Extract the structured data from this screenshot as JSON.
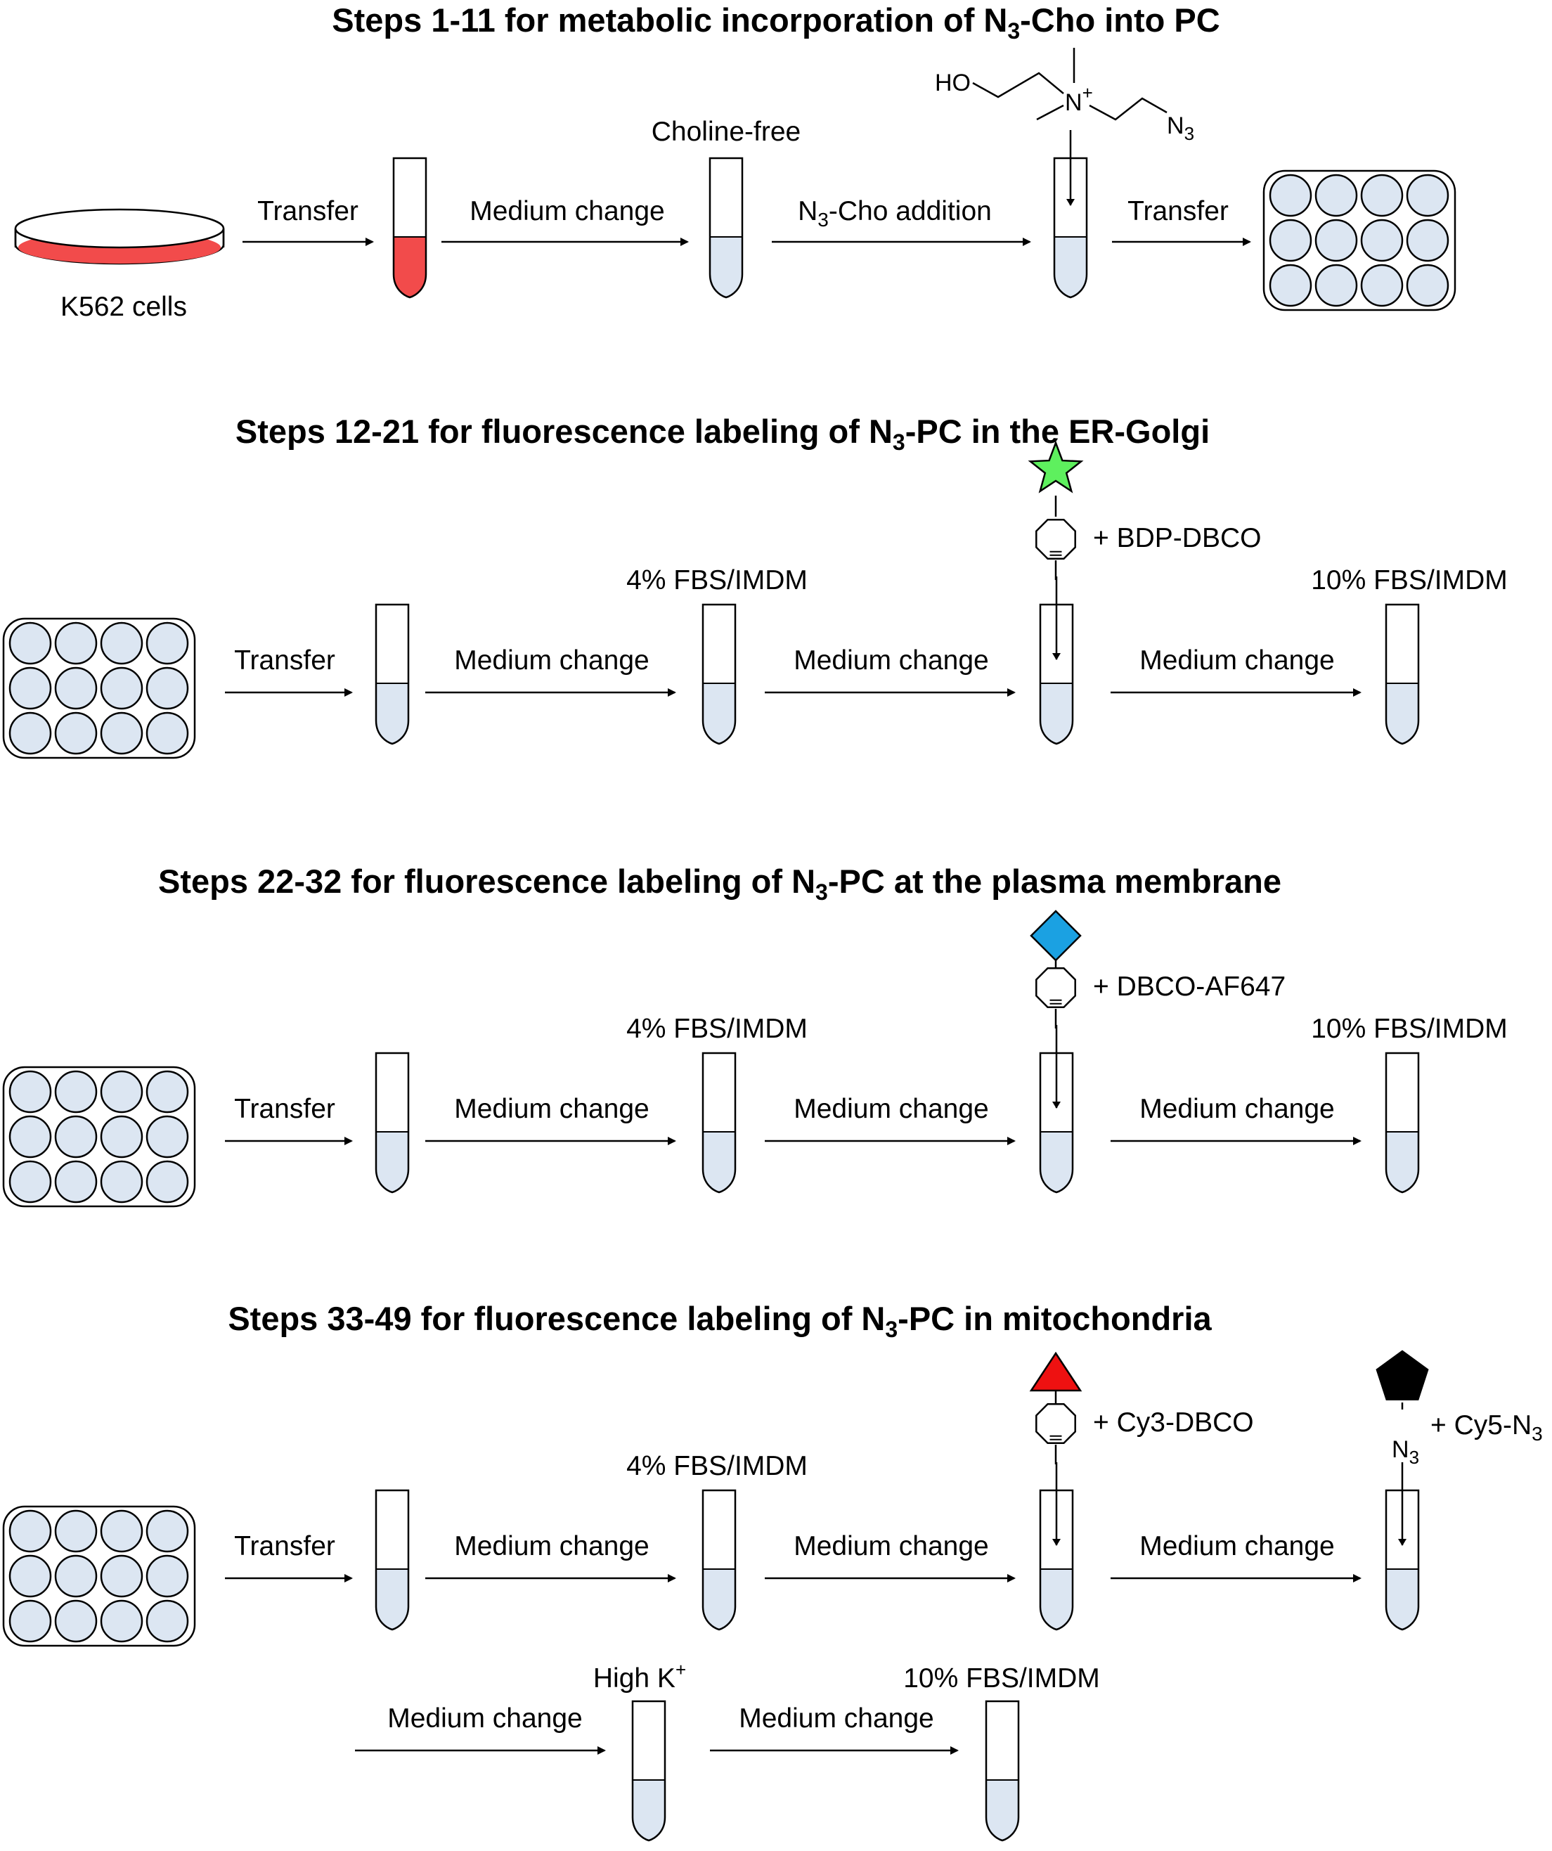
{
  "colors": {
    "medium_fill": "#dce6f2",
    "cells_fill": "#f24b4b",
    "bdp_star": "#5ef05e",
    "af647_diamond": "#1ba1e2",
    "cy3_triangle": "#ee1111",
    "cy5_pentagon": "#000000",
    "line": "#000000"
  },
  "icons": {
    "tube": "microcentrifuge-tube-icon",
    "plate": "12-well-plate-icon",
    "dish": "culture-dish-icon",
    "dye_bdp": "green-star-icon",
    "dye_af647": "blue-diamond-icon",
    "dye_cy3": "red-triangle-icon",
    "dye_cy5": "black-pentagon-icon",
    "dbco": "cyclooctyne-ring-icon"
  },
  "section1": {
    "title_pre": "Steps 1-11 for metabolic incorporation of N",
    "title_sub": "3",
    "title_post": "-Cho into PC",
    "dish_label": "K562 cells",
    "arrow1": "Transfer",
    "arrow2": "Medium change",
    "tube2_label": "Choline-free",
    "arrow3_pre": "N",
    "arrow3_sub": "3",
    "arrow3_post": "-Cho addition",
    "arrow4": "Transfer",
    "chem": {
      "ho": "HO",
      "n": "N",
      "n_charge": "+",
      "n3": "N",
      "n3_sub": "3"
    }
  },
  "section2": {
    "title_pre": "Steps 12-21 for fluorescence labeling of N",
    "title_sub": "3",
    "title_post": "-PC in the ER-Golgi",
    "arrow1": "Transfer",
    "arrow2": "Medium change",
    "tube2_label": "4% FBS/IMDM",
    "arrow3": "Medium change",
    "reagent": "+ BDP-DBCO",
    "arrow4": "Medium change",
    "tube4_label": "10% FBS/IMDM"
  },
  "section3": {
    "title_pre": "Steps 22-32 for fluorescence labeling of N",
    "title_sub": "3",
    "title_post": "-PC at the plasma membrane",
    "arrow1": "Transfer",
    "arrow2": "Medium change",
    "tube2_label": "4% FBS/IMDM",
    "arrow3": "Medium change",
    "reagent": "+ DBCO-AF647",
    "arrow4": "Medium change",
    "tube4_label": "10% FBS/IMDM"
  },
  "section4": {
    "title_pre": "Steps 33-49 for fluorescence labeling of N",
    "title_sub": "3",
    "title_post": "-PC in mitochondria",
    "arrow1": "Transfer",
    "arrow2": "Medium change",
    "tube2_label": "4% FBS/IMDM",
    "arrow3": "Medium change",
    "reagent_cy3": "+ Cy3-DBCO",
    "arrow4": "Medium change",
    "reagent_cy5_pre": "+ Cy5-N",
    "reagent_cy5_sub": "3",
    "azide_label": "N",
    "azide_sub": "3",
    "arrow5": "Medium change",
    "tube5_label_pre": "High K",
    "tube5_label_sup": "+",
    "arrow6": "Medium change",
    "tube6_label": "10% FBS/IMDM"
  }
}
